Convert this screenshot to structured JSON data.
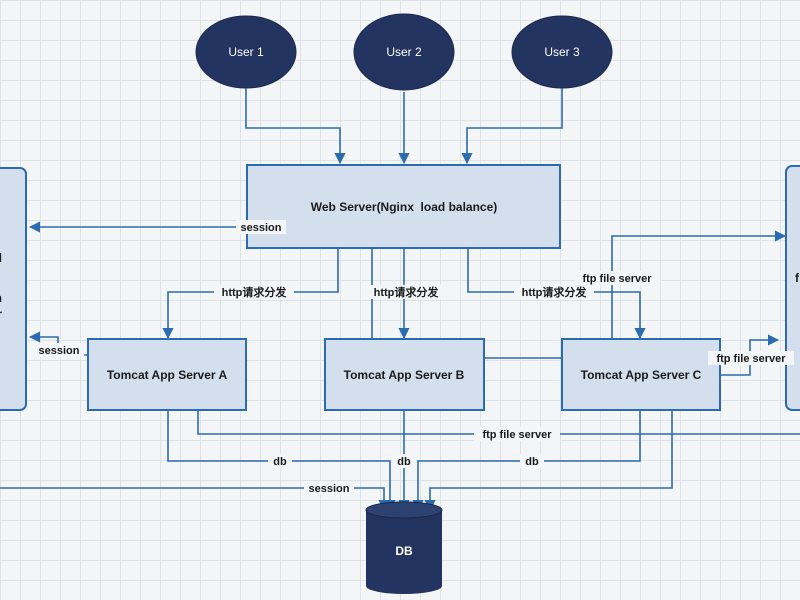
{
  "users": [
    "User 1",
    "User 2",
    "User 3"
  ],
  "web_server": "Web Server(Nginx  load balance)",
  "app_servers": [
    "Tomcat App Server A",
    "Tomcat App Server B",
    "Tomcat App Server C"
  ],
  "database": "DB",
  "left_panel_fragments": [
    "ed",
    "n",
    "r"
  ],
  "right_panel_fragment": "f",
  "edge_labels": {
    "session_top": "session",
    "session_left": "session",
    "session_bottom": "session",
    "http_a": "http请求分发",
    "http_b": "http请求分发",
    "http_c": "http请求分发",
    "ftp_upper": "ftp file server",
    "ftp_right": "ftp file server",
    "ftp_lower": "ftp file server",
    "db_a": "db",
    "db_b": "db",
    "db_c": "db"
  },
  "colors": {
    "line": "#2b6cb0",
    "box_fill": "#d3dfec",
    "node_dark": "#243460"
  }
}
